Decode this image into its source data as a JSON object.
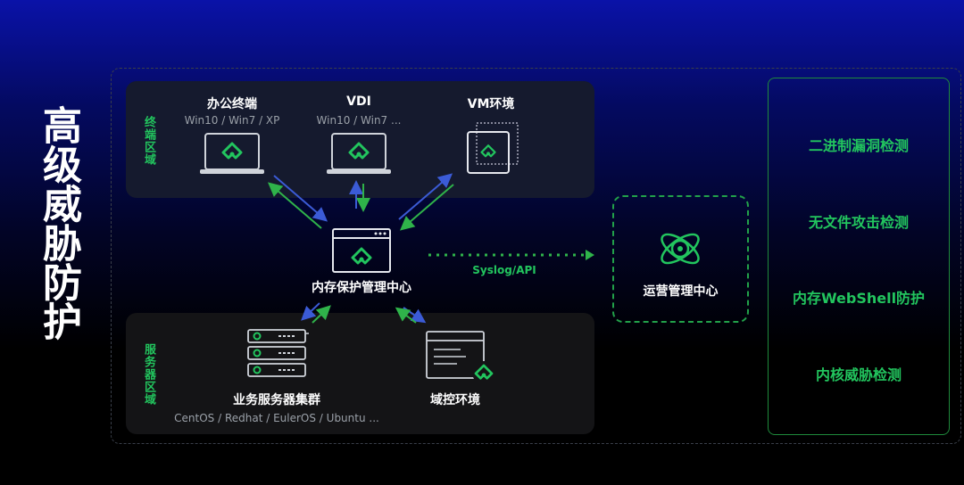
{
  "title": "高级威胁防护",
  "zones": {
    "terminal": "终端区域",
    "server": "服务器区域"
  },
  "terminal_nodes": [
    {
      "title": "办公终端",
      "sub": "Win10 / Win7 / XP"
    },
    {
      "title": "VDI",
      "sub": "Win10 / Win7 ..."
    },
    {
      "title": "VM环境",
      "sub": ""
    }
  ],
  "center": {
    "title": "内存保护管理中心"
  },
  "link_label": "Syslog/API",
  "ops": {
    "title": "运营管理中心"
  },
  "server_nodes": [
    {
      "title": "业务服务器集群",
      "sub": "CentOS / Redhat / EulerOS / Ubuntu ..."
    },
    {
      "title": "域控环境",
      "sub": ""
    }
  ],
  "features": [
    "二进制漏洞检测",
    "无文件攻击检测",
    "内存WebShell防护",
    "内核威胁检测"
  ],
  "colors": {
    "accent": "#22c55e",
    "arrow_blue": "#3b5bd6",
    "arrow_green": "#2fb34a"
  },
  "icons": {
    "laptop": "laptop-icon",
    "vm": "vm-window-icon",
    "console": "console-window-icon",
    "server": "server-rack-icon",
    "domain": "document-window-icon",
    "ops": "atom-orbit-icon"
  }
}
